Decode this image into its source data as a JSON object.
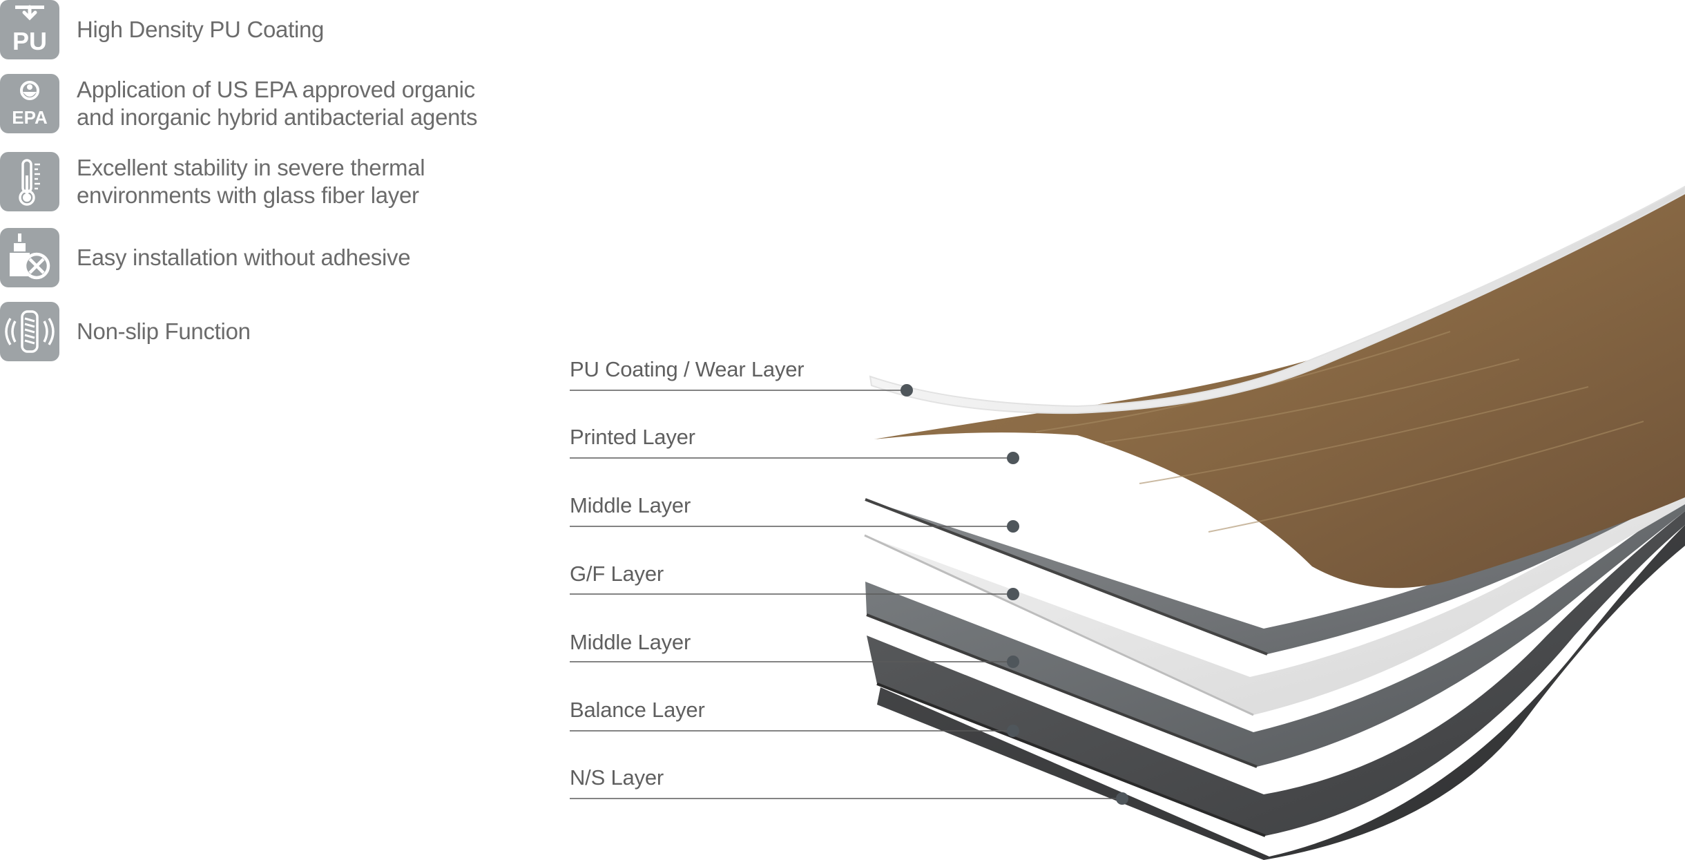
{
  "features": [
    {
      "icon": "pu-coating-icon",
      "lines": [
        "High Density PU Coating"
      ]
    },
    {
      "icon": "epa-icon",
      "lines": [
        "Application of US EPA approved organic",
        "and inorganic hybrid antibacterial agents"
      ]
    },
    {
      "icon": "thermometer-icon",
      "lines": [
        "Excellent stability in severe thermal",
        "environments with glass fiber layer"
      ]
    },
    {
      "icon": "no-adhesive-icon",
      "lines": [
        "Easy installation without adhesive"
      ]
    },
    {
      "icon": "non-slip-icon",
      "lines": [
        "Non-slip Function"
      ]
    }
  ],
  "icon_text": {
    "pu": "PU",
    "epa": "EPA"
  },
  "layers": [
    {
      "label": "PU Coating / Wear Layer"
    },
    {
      "label": "Printed Layer"
    },
    {
      "label": "Middle Layer"
    },
    {
      "label": "G/F Layer"
    },
    {
      "label": "Middle Layer"
    },
    {
      "label": "Balance Layer"
    },
    {
      "label": "N/S Layer"
    }
  ],
  "colors": {
    "icon_bg": "#9ea3a6",
    "wood": "#8a6a45",
    "dot": "#4f565b",
    "leader_line": "#5a5a5a"
  }
}
